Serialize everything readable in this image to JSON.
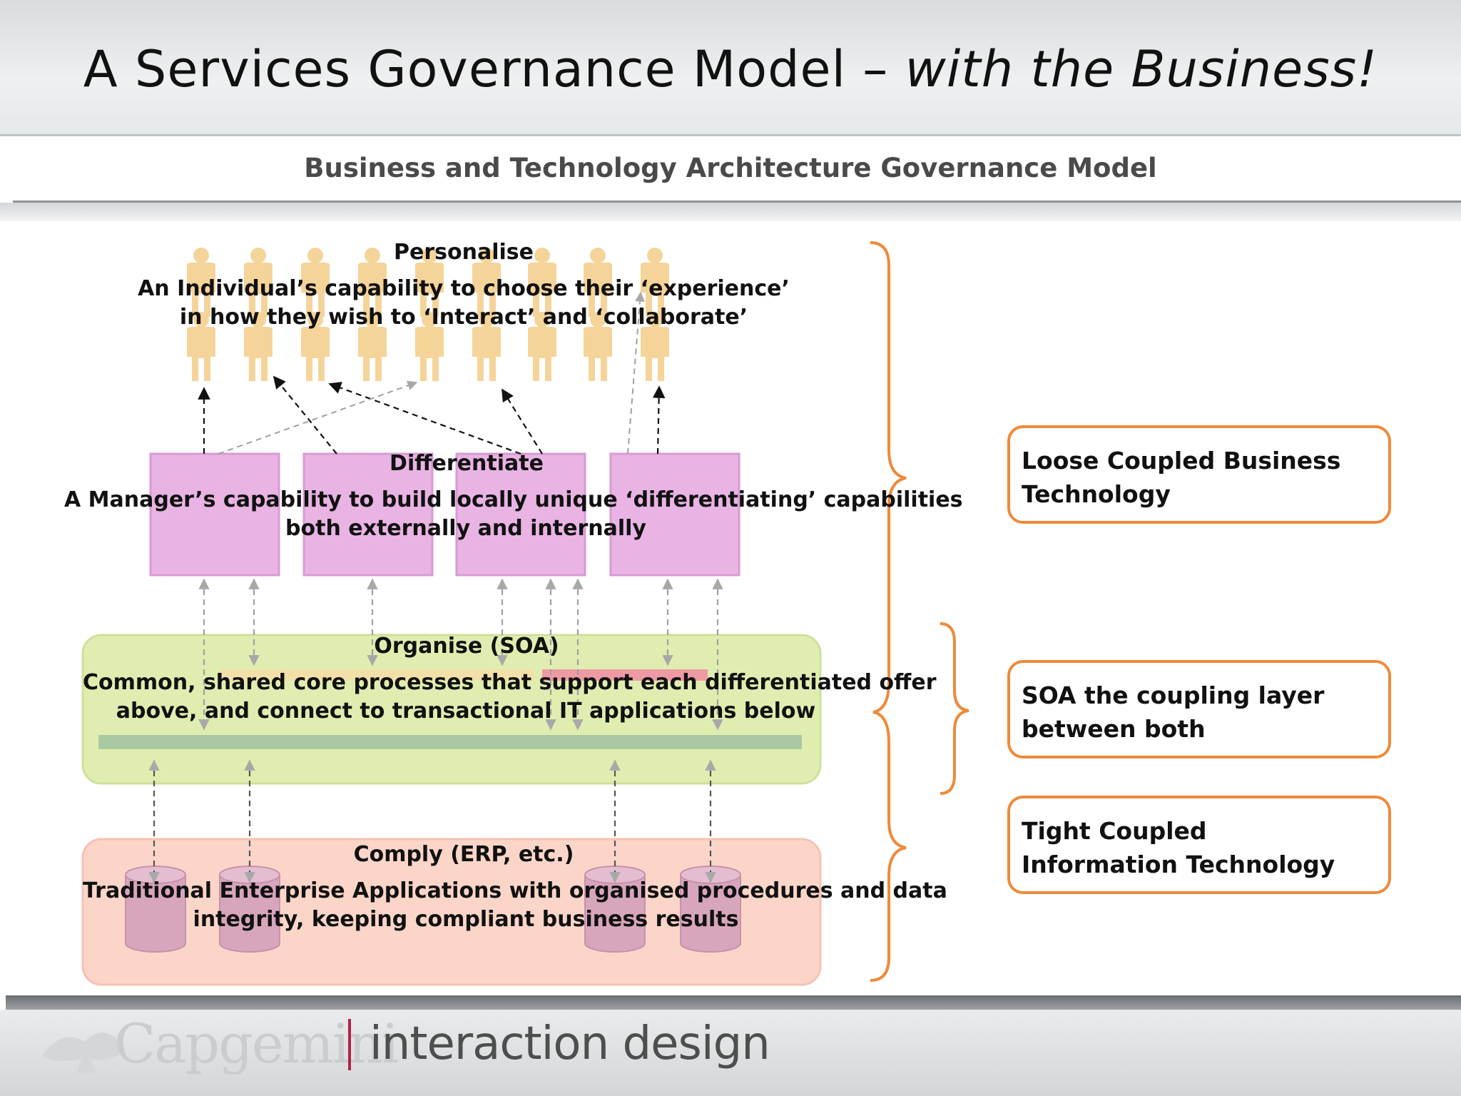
{
  "slide": {
    "title_main": "A Services Governance Model – ",
    "title_emphasis": "with the Business!",
    "subtitle": "Business and Technology Architecture Governance Model"
  },
  "layers": {
    "personalise": {
      "heading": "Personalise",
      "line1": "An Individual’s capability to choose their ‘experience’",
      "line2": "in how they wish to ‘Interact’ and ‘collaborate’"
    },
    "differentiate": {
      "heading": "Differentiate",
      "line1": "A Manager’s capability to build locally unique ‘differentiating’ capabilities",
      "line2": "both externally and internally"
    },
    "organise": {
      "heading": "Organise (SOA)",
      "line1": "Common, shared core processes that support each differentiated offer",
      "line2": "above, and connect to transactional IT applications below"
    },
    "comply": {
      "heading": "Comply (ERP, etc.)",
      "line1": "Traditional Enterprise Applications with organised procedures and data",
      "line2": "integrity, keeping compliant business results"
    }
  },
  "side_labels": {
    "loose": "Loose Coupled Business\nTechnology",
    "soa": "SOA the coupling layer\nbetween both",
    "tight": "Tight Coupled\nInformation Technology"
  },
  "footer": {
    "brand": "Capgemini",
    "tagline": "interaction design"
  },
  "colors": {
    "accent_orange": "#ee8a3a",
    "person_fill": "#f5d49a",
    "differentiate_fill": "#e9b4e4",
    "organise_fill": "#dfeeb0",
    "comply_fill": "#fbd6c8",
    "database_fill": "#d7a6bd",
    "footer_divider": "#b3224a"
  },
  "icons": {
    "person": "person-icon",
    "database": "database-icon",
    "brace": "curly-brace"
  }
}
